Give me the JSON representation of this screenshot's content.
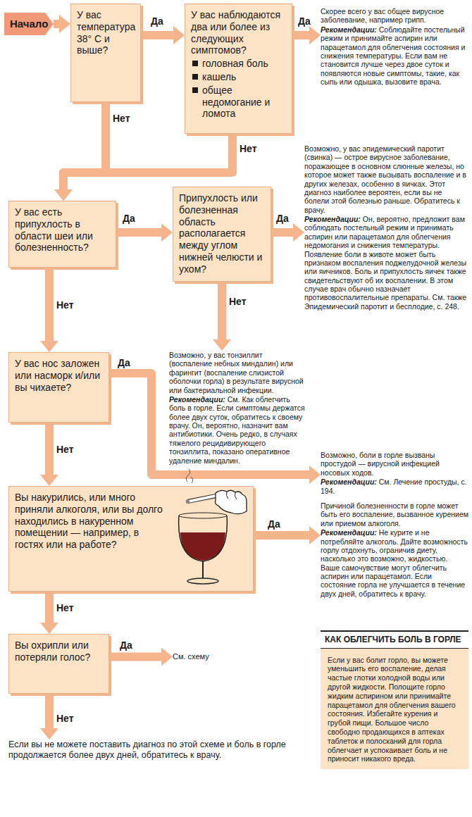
{
  "diagram": {
    "nodes": [
      {
        "text": [
          "Начало"
        ]
      },
      {
        "text": [
          "У вас температура 38° С и выше?"
        ]
      },
      {
        "text": [
          "У вас наблюдаются два или более из следующих симптомов?",
          "головная боль",
          "кашель",
          "общее недомогание и ломота"
        ]
      },
      {
        "text": [
          "Скорее всего у вас общее вирусное заболевание, например грипп.",
          "Рекомендации: Соблюдайте постельный режим и принимайте аспирин или парацетамол для облегчения состояния и снижения температуры. Если вам не становится лучше через двое суток и появляются новые симптомы, такие, как сыпь или одышка, вызовите врача."
        ]
      },
      {
        "text": [
          "У вас есть припухлость в области шеи или болезненность?"
        ]
      },
      {
        "text": [
          "Припухлость или болезненная область располагается между углом нижней челюсти и ухом?"
        ]
      },
      {
        "text": [
          "Возможно, у вас эпидемический паротит (свинка) — острое вирусное заболевание, поражающее в основном слюнные железы, но которое может также вызывать воспаление и в других железах, особенно в яичках. Этот диагноз наиболее вероятен, если вы не болели этой болезнью раньше. Обратитесь к врачу.",
          "Рекомендации: Он, вероятно, предложит вам соблюдать постельный режим и принимать аспирин или парацетамол для облегчения недомогания и снижения температуры. Появление боли в животе может быть признаком воспаления поджелудочной железы или яичников. Боль и припухлость яичек также свидетельствуют об их воспалении. В этом случае врач обычно назначает противовоспалительные препараты. См. также Эпидемический паротит и бесплодие, с. 248."
        ]
      },
      {
        "text": [
          "Возможно, у вас тонзиллит (воспаление небных миндалин) или фарингит (воспаление слизистой оболочки горла) в результате вирусной или бактериальной инфекции.",
          "Рекомендации: См. Как облегчить боль в горле. Если симптомы держатся более двух суток, обратитесь к своему врачу. Он, вероятно, назначит вам антибиотики. Очень редко, в случаях тяжелого рецидивирующего тонзиллита, показано оперативное удаление миндалин."
        ]
      },
      {
        "text": [
          "У вас нос заложен или насморк и/или вы чихаете?"
        ]
      },
      {
        "text": [
          "Возможно, боли в горле вызваны простудой — вирусной инфекцией носовых ходов.",
          "Рекомендации: См. Лечение простуды, с. 194."
        ]
      },
      {
        "text": [
          "Вы накурились, или много приняли алкоголя, или вы долго находились в накуренном помещении — например, в гостях или на работе?"
        ]
      },
      {
        "text": [
          "Причиной болезненности в горле может быть его воспаление, вызванное курением или приемом алкоголя.",
          "Рекомендации: Не курите и не потребляйте алкоголь. Дайте возможность горлу отдохнуть, ограничив диету, насколько это возможно, жидкостью. Ваше самочувствие могут облегчить аспирин или парацетамол. Если состояние горла не улучшается в течение двух дней, обратитесь к врачу."
        ]
      },
      {
        "text": [
          "Вы охрипли или потеряли голос?"
        ]
      },
      {
        "text": [
          "См. схему"
        ]
      },
      {
        "text": [
          "Если вы не можете поставить диагноз по этой схеме и боль в горле продолжается более двух дней, обратитесь к врачу."
        ]
      },
      {
        "text": [
          "КАК ОБЛЕГЧИТЬ БОЛЬ В ГОРЛЕ",
          "Если у вас болит горло, вы можете уменьшить его воспаление, делая частые глотки холодной воды или другой жидкости. Полощите горло жидким аспирином или принимайте парацетамол для облегчения вашего состояния. Избегайте курения и грубой пищи. Большое число свободно продающихся в аптеках таблеток и полосканий для горла облегчает и успокаивает боль и не приносит никакого вреда."
        ]
      }
    ],
    "edges": [
      {
        "from": 0,
        "to": 1,
        "arrow": "to"
      },
      {
        "from": 1,
        "to": 2,
        "label": "Да",
        "arrow": "to"
      },
      {
        "from": 2,
        "to": 3,
        "label": "Да",
        "arrow": "to"
      },
      {
        "from": 1,
        "to": 4,
        "label": "Нет",
        "arrow": "to"
      },
      {
        "from": 2,
        "to": 4,
        "label": "Нет",
        "arrow": "to"
      },
      {
        "from": 4,
        "to": 5,
        "label": "Да",
        "arrow": "to"
      },
      {
        "from": 5,
        "to": 6,
        "label": "Да",
        "arrow": "to"
      },
      {
        "from": 5,
        "to": 7,
        "label": "Нет",
        "arrow": "to"
      },
      {
        "from": 4,
        "to": 8,
        "label": "Нет",
        "arrow": "to"
      },
      {
        "from": 8,
        "to": 9,
        "label": "Да",
        "arrow": "to"
      },
      {
        "from": 8,
        "to": 10,
        "label": "Нет",
        "arrow": "to"
      },
      {
        "from": 10,
        "to": 11,
        "label": "Да",
        "arrow": "to"
      },
      {
        "from": 10,
        "to": 12,
        "label": "Нет",
        "arrow": "to"
      },
      {
        "from": 12,
        "to": 13,
        "label": "Да",
        "arrow": "to"
      },
      {
        "from": 12,
        "to": 14,
        "label": "Нет",
        "arrow": "to"
      }
    ]
  }
}
